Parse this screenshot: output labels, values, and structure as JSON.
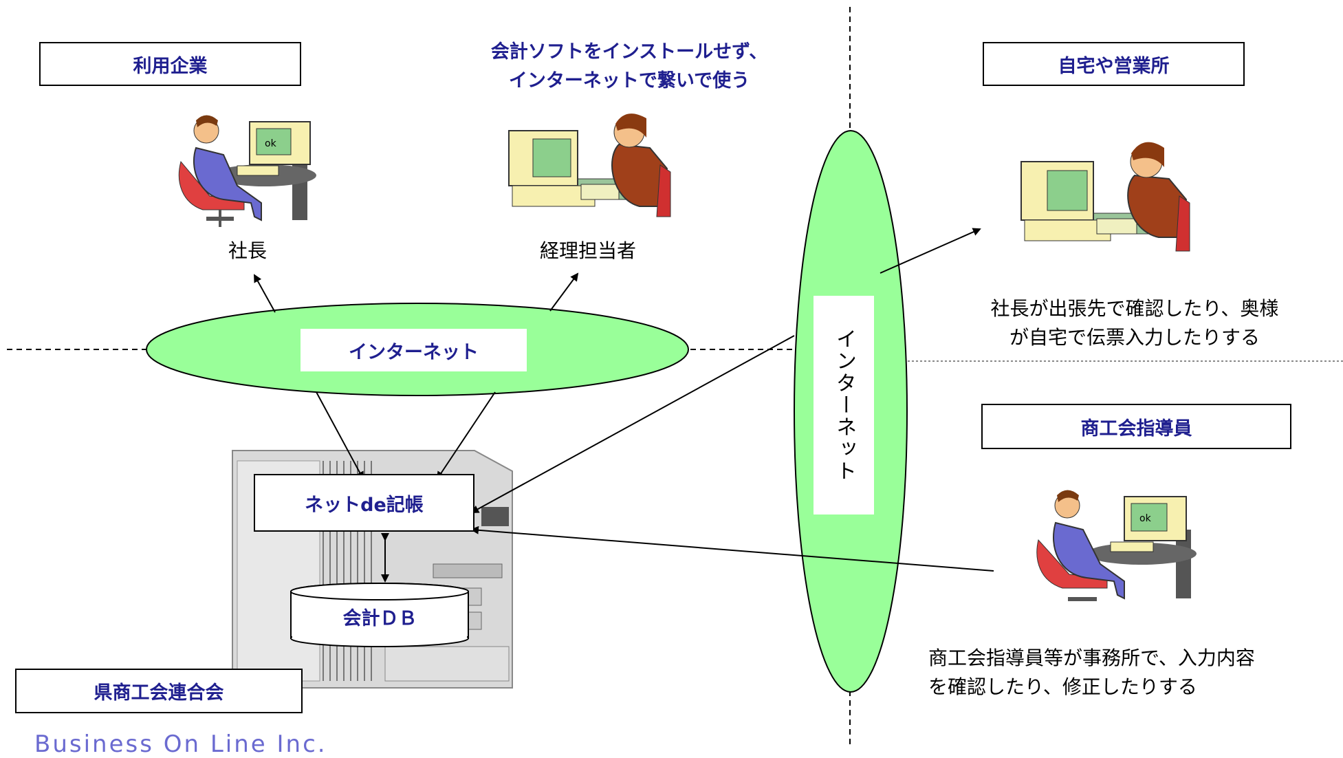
{
  "boxes": {
    "user_company": "利用企業",
    "home_office": "自宅や営業所",
    "chamber_advisor": "商工会指導員",
    "prefecture_federation": "県商工会連合会",
    "service": "ネットde記帳",
    "database": "会計ＤＢ"
  },
  "internet": {
    "horizontal": "インターネット",
    "vertical": "インターネット"
  },
  "captions": {
    "president": "社長",
    "accountant": "経理担当者",
    "home_desc_line1": "社長が出張先で確認したり、奥様",
    "home_desc_line2": "が自宅で伝票入力したりする",
    "advisor_desc_line1": "商工会指導員等が事務所で、入力内容",
    "advisor_desc_line2": "を確認したり、修正したりする"
  },
  "note": {
    "line1": "会計ソフトをインストールせず、",
    "line2": "インターネットで繋いで使う"
  },
  "footer": {
    "logo_text": "Business On Line Inc."
  },
  "colors": {
    "internet_fill": "#99ff99",
    "label_text": "#1f1f8f"
  }
}
